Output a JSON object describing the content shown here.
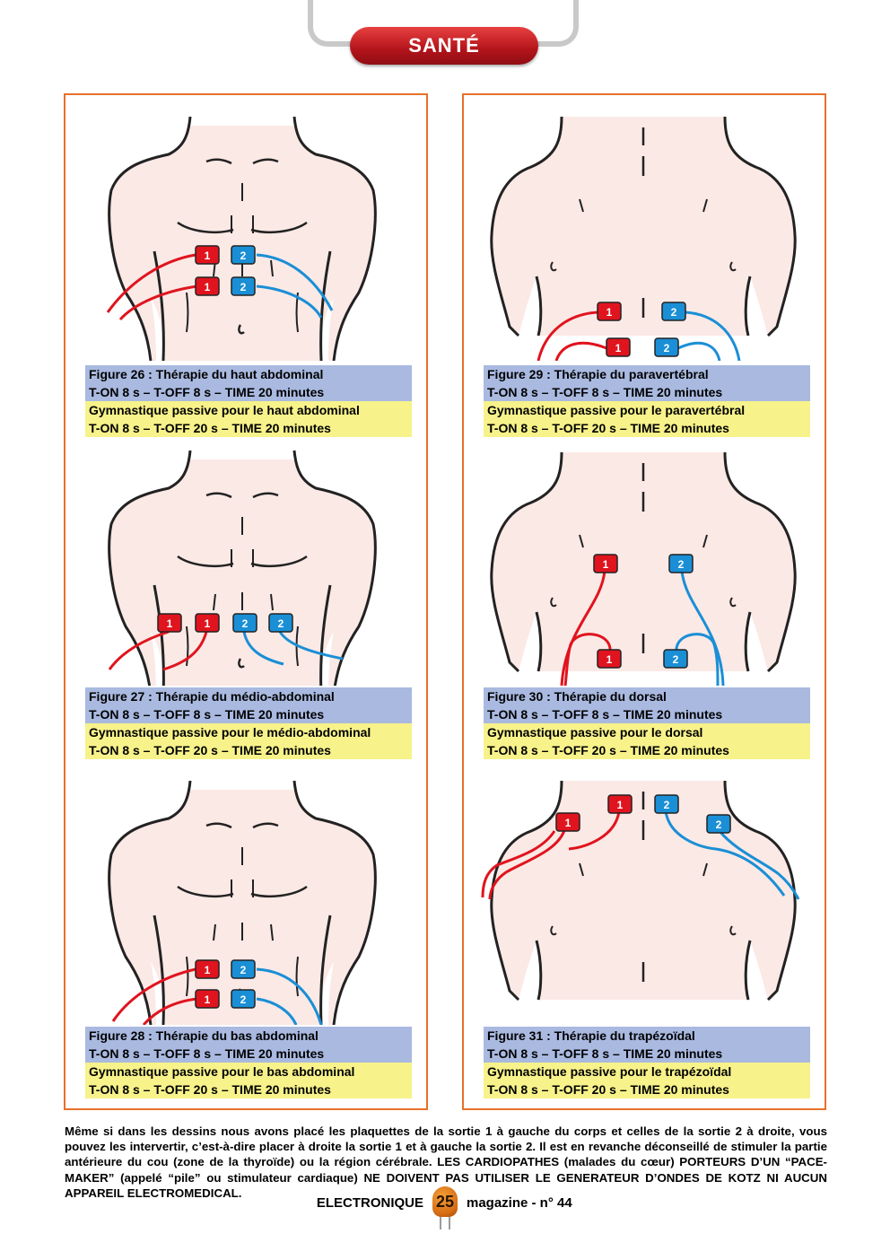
{
  "header": {
    "section": "SANTÉ"
  },
  "figures": [
    {
      "id": "26",
      "title": "Figure 26 : Thérapie du haut abdominal",
      "line1": "T-ON 8 s – T-OFF 8 s – TIME 20 minutes",
      "line2": "Gymnastique passive pour le haut abdominal",
      "line3": "T-ON 8 s – T-OFF 20 s – TIME 20 minutes"
    },
    {
      "id": "27",
      "title": "Figure 27 : Thérapie du médio-abdominal",
      "line1": "T-ON 8 s – T-OFF 8 s – TIME 20 minutes",
      "line2": "Gymnastique passive pour le médio-abdominal",
      "line3": "T-ON 8 s – T-OFF 20 s – TIME 20 minutes"
    },
    {
      "id": "28",
      "title": "Figure 28 : Thérapie du bas abdominal",
      "line1": "T-ON 8 s – T-OFF 8 s – TIME 20 minutes",
      "line2": "Gymnastique passive pour le bas abdominal",
      "line3": "T-ON 8 s – T-OFF 20 s – TIME 20 minutes"
    },
    {
      "id": "29",
      "title": "Figure 29 : Thérapie du paravertébral",
      "line1": "T-ON 8 s – T-OFF 8 s – TIME 20 minutes",
      "line2": "Gymnastique passive pour le paravertébral",
      "line3": "T-ON 8 s – T-OFF 20 s – TIME 20 minutes"
    },
    {
      "id": "30",
      "title": "Figure 30 : Thérapie du dorsal",
      "line1": "T-ON 8 s – T-OFF 8 s – TIME 20 minutes",
      "line2": "Gymnastique passive pour le dorsal",
      "line3": "T-ON 8 s – T-OFF 20 s – TIME 20 minutes"
    },
    {
      "id": "31",
      "title": "Figure 31 : Thérapie du trapézoïdal",
      "line1": "T-ON 8 s – T-OFF 8 s – TIME 20 minutes",
      "line2": "Gymnastique passive pour le trapézoïdal",
      "line3": "T-ON 8 s – T-OFF 20 s – TIME 20 minutes"
    }
  ],
  "pad_labels": {
    "output1": "1",
    "output2": "2"
  },
  "colors": {
    "output1": "#e0141e",
    "output2": "#1a8fd6",
    "frame": "#e8702a",
    "caption_blue": "#a9b9e0",
    "caption_yellow": "#f7f28a",
    "skin": "#fbe9e6"
  },
  "body_text": "Même si dans les dessins nous avons placé les plaquettes de la sortie 1 à gauche du corps et celles de la sortie 2 à droite, vous pouvez les intervertir, c’est-à-dire placer à droite la sortie 1 et à gauche la sortie 2. Il est en revanche déconseillé de stimuler la partie antérieure du cou (zone de la thyroïde) ou la région cérébrale. LES CARDIOPATHES (malades du cœur) PORTEURS D’UN “PACE-MAKER” (appelé “pile” ou stimulateur cardiaque) NE DOIVENT PAS UTILISER LE GENERATEUR D’ONDES DE KOTZ NI AUCUN APPAREIL ELECTROMEDICAL.",
  "footer": {
    "left": "ELECTRONIQUE",
    "page": "25",
    "right": "magazine - n° 44"
  }
}
